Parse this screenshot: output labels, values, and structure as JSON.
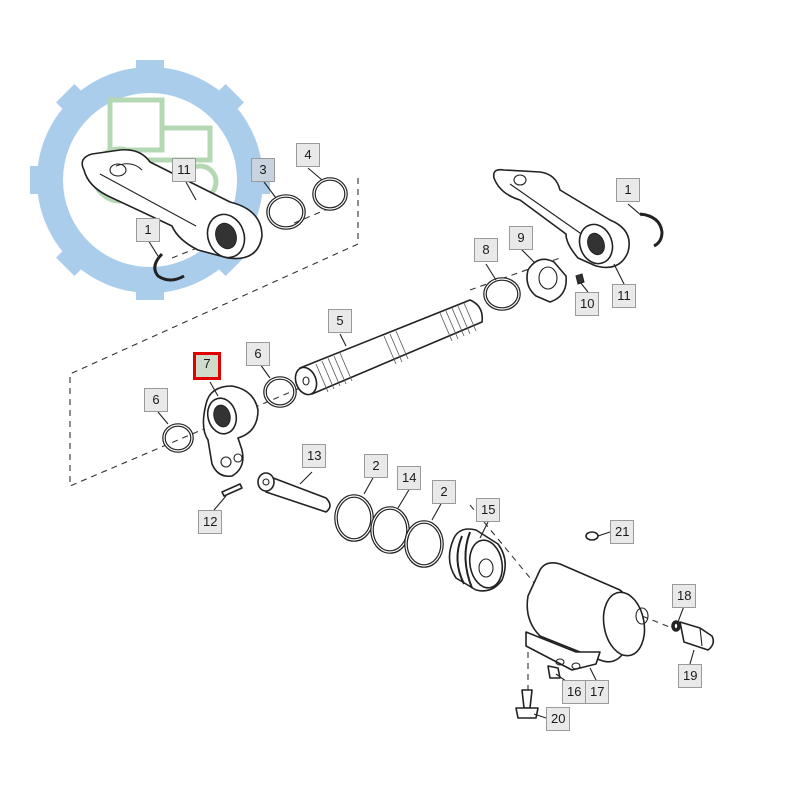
{
  "watermark": {
    "kind": "gear-tractor-logo",
    "color": "#8fbde6",
    "tractor_color": "#9ccc9c"
  },
  "callouts": [
    {
      "id": "c-11a",
      "text": "11",
      "highlighted": false
    },
    {
      "id": "c-3",
      "text": "3",
      "highlighted": false
    },
    {
      "id": "c-4",
      "text": "4",
      "highlighted": false
    },
    {
      "id": "c-1a",
      "text": "1",
      "highlighted": false
    },
    {
      "id": "c-1b",
      "text": "1",
      "highlighted": false
    },
    {
      "id": "c-8",
      "text": "8",
      "highlighted": false
    },
    {
      "id": "c-9",
      "text": "9",
      "highlighted": false
    },
    {
      "id": "c-10",
      "text": "10",
      "highlighted": false
    },
    {
      "id": "c-11b",
      "text": "11",
      "highlighted": false
    },
    {
      "id": "c-5",
      "text": "5",
      "highlighted": false
    },
    {
      "id": "c-7",
      "text": "7",
      "highlighted": true
    },
    {
      "id": "c-6a",
      "text": "6",
      "highlighted": false
    },
    {
      "id": "c-6b",
      "text": "6",
      "highlighted": false
    },
    {
      "id": "c-13",
      "text": "13",
      "highlighted": false
    },
    {
      "id": "c-2a",
      "text": "2",
      "highlighted": false
    },
    {
      "id": "c-14",
      "text": "14",
      "highlighted": false
    },
    {
      "id": "c-2b",
      "text": "2",
      "highlighted": false
    },
    {
      "id": "c-15",
      "text": "15",
      "highlighted": false
    },
    {
      "id": "c-12",
      "text": "12",
      "highlighted": false
    },
    {
      "id": "c-21",
      "text": "21",
      "highlighted": false
    },
    {
      "id": "c-18",
      "text": "18",
      "highlighted": false
    },
    {
      "id": "c-19",
      "text": "19",
      "highlighted": false
    },
    {
      "id": "c-16",
      "text": "16",
      "highlighted": false
    },
    {
      "id": "c-17",
      "text": "17",
      "highlighted": false
    },
    {
      "id": "c-20",
      "text": "20",
      "highlighted": false
    }
  ],
  "colors": {
    "highlight_border": "#e00000",
    "label_fill": "#e9e9e9"
  }
}
